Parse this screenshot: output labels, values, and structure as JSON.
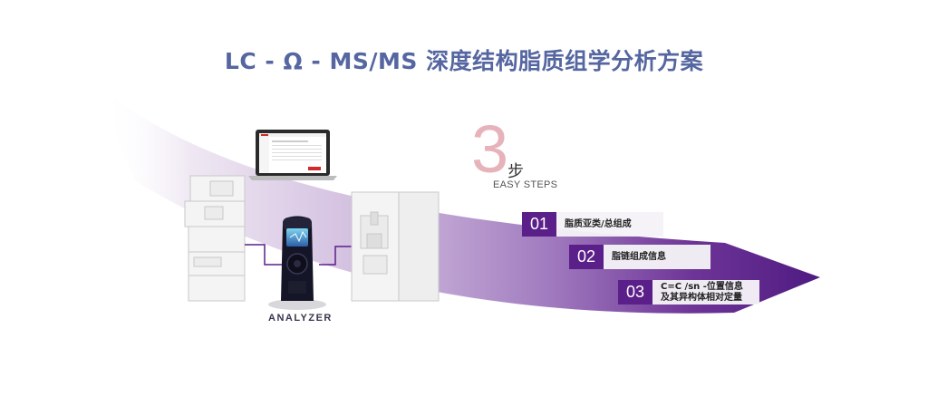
{
  "title": "LC - Ω - MS/MS 深度结构脂质组学分析方案",
  "hero": {
    "big_number": "3",
    "unit": "步",
    "caption": "EASY STEPS"
  },
  "steps": [
    {
      "num": "01",
      "line1": "脂质亚类/总组成",
      "line2": ""
    },
    {
      "num": "02",
      "line1": "脂链组成信息",
      "line2": ""
    },
    {
      "num": "03",
      "line1": "C=C /sn -位置信息",
      "line2": "及其异构体相对定量"
    }
  ],
  "instruments": {
    "analyzer_label": "ANALYZER"
  },
  "colors": {
    "title": "#5566a0",
    "accent_purple": "#5a1f88",
    "big_number": "#e7b3bb"
  }
}
